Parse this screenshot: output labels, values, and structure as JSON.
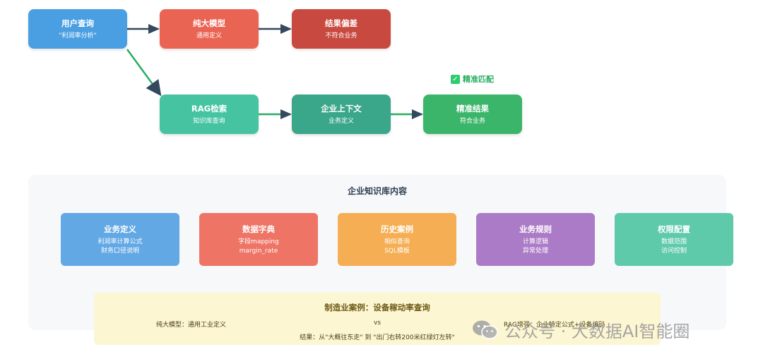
{
  "flow": {
    "user_query": {
      "title": "用户查询",
      "sub": "\"利润率分析\"",
      "color": "#4a9fe3"
    },
    "pure_model": {
      "title": "纯大模型",
      "sub": "通用定义",
      "color": "#ea6454"
    },
    "bias": {
      "title": "结果偏差",
      "sub": "不符合业务",
      "color": "#c8493f"
    },
    "rag": {
      "title": "RAG检索",
      "sub": "知识库查询",
      "color": "#46c4a2"
    },
    "context": {
      "title": "企业上下文",
      "sub": "业务定义",
      "color": "#3aa68a"
    },
    "precise": {
      "title": "精准结果",
      "sub": "符合业务",
      "color": "#3bb56a"
    },
    "match_label": "精准匹配",
    "arrow_dark": "#34495e",
    "arrow_green": "#27ae60"
  },
  "kb": {
    "title": "企业知识库内容",
    "cards": [
      {
        "title": "业务定义",
        "line1": "利润率计算公式",
        "line2": "财务口径说明",
        "color": "#62a8e5"
      },
      {
        "title": "数据字典",
        "line1": "字段mapping",
        "line2": "margin_rate",
        "color": "#ee7466"
      },
      {
        "title": "历史案例",
        "line1": "相似查询",
        "line2": "SQL模板",
        "color": "#f5ae53"
      },
      {
        "title": "业务规则",
        "line1": "计算逻辑",
        "line2": "异常处理",
        "color": "#ac7bc7"
      },
      {
        "title": "权限配置",
        "line1": "数据范围",
        "line2": "访问控制",
        "color": "#5ecaaa"
      }
    ]
  },
  "case": {
    "title": "制造业案例：设备稼动率查询",
    "left": "纯大模型：通用工业定义",
    "vs": "vs",
    "right": "RAG增强：企业特定公式+设备编码",
    "result": "结果：从\"大概往东走\" 到 \"出门右转200米红绿灯左转\""
  },
  "watermark": {
    "text": "公众号 · 大数据AI智能圈"
  }
}
